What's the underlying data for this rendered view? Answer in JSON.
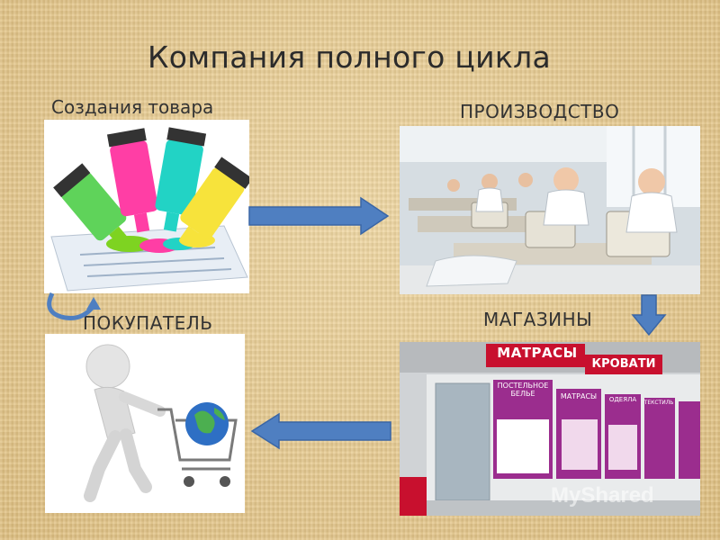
{
  "title": "Компания полного цикла",
  "steps": {
    "create": {
      "label": "Создания товара",
      "image_icon": "paint-tubes-icon"
    },
    "production": {
      "label": "ПРОИЗВОДСТВО",
      "image_icon": "sewing-workshop-icon"
    },
    "shops": {
      "label": "МАГАЗИНЫ",
      "image_icon": "storefront-icon"
    },
    "buyer": {
      "label": "ПОКУПАТЕЛЬ",
      "image_icon": "shopping-cart-person-icon"
    }
  },
  "store": {
    "sign_left": "МАТРАСЫ",
    "sign_right": "КРОВАТИ",
    "banners": [
      "ПОСТЕЛЬНОЕ БЕЛЬЕ",
      "МАТРАСЫ",
      "ОДЕЯЛА",
      "ТЕКСТИЛЬ"
    ]
  },
  "watermark": "MyShared",
  "colors": {
    "arrow": "#4f7fc1",
    "arrow_stroke": "#3a66a6",
    "background": "#e6c88a",
    "store_sign": "#c8102e",
    "store_banner": "#9b2d8e"
  }
}
